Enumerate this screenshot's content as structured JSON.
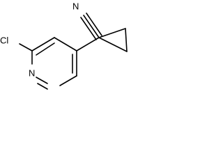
{
  "molecule": {
    "atoms": {
      "nitrogen_nitrile": "N",
      "chlorine": "Cl",
      "nitrogen_ring": "N"
    }
  }
}
